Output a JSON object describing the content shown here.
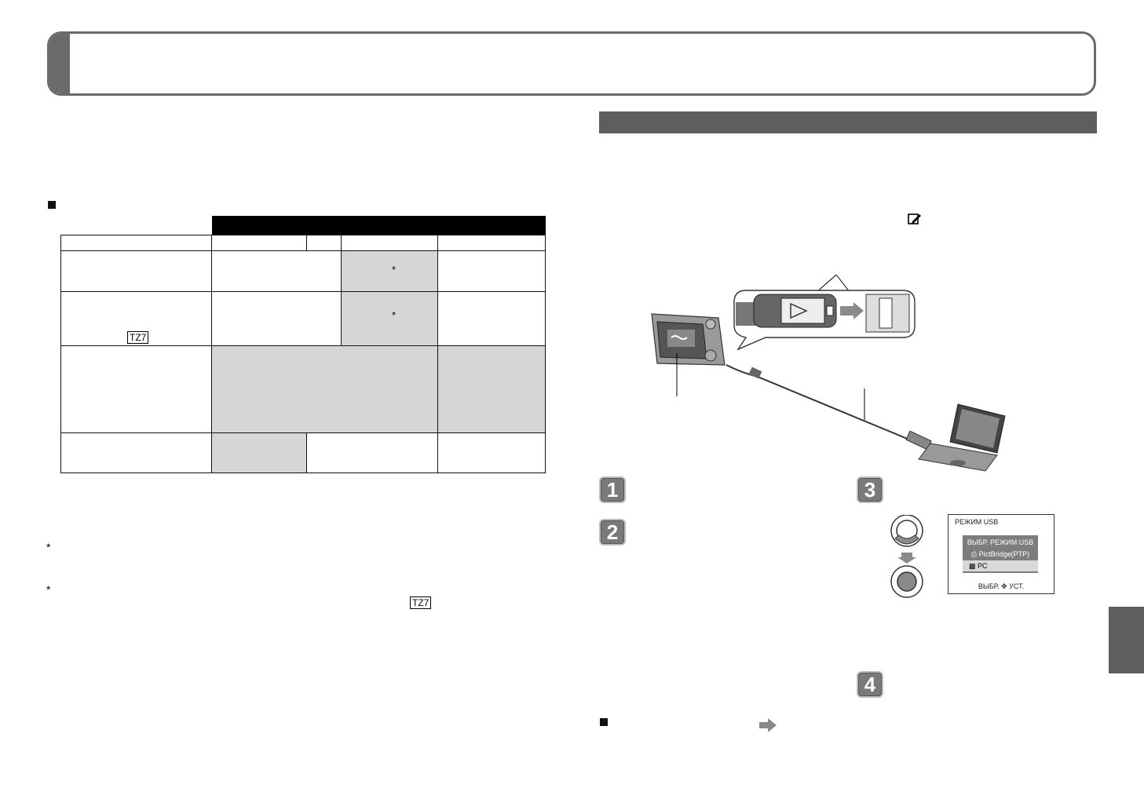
{
  "table": {
    "star": "*",
    "model_badge": "TZ7"
  },
  "footnotes": {
    "star1": "*",
    "star2": "*",
    "model_badge": "TZ7"
  },
  "steps": [
    "1",
    "2",
    "3",
    "4"
  ],
  "lcd": {
    "title": "РЕЖИМ USB",
    "panel_header": "ВЫБР. РЕЖИМ USB",
    "option_1": "PictBridge(PTP)",
    "option_2": "PC",
    "footer": "ВЫБР.",
    "footer_set": "УСТ."
  },
  "icons": {
    "memo": "memo-edit-icon",
    "arrow": "right-arrow-icon",
    "usb": "usb-plug-icon"
  }
}
